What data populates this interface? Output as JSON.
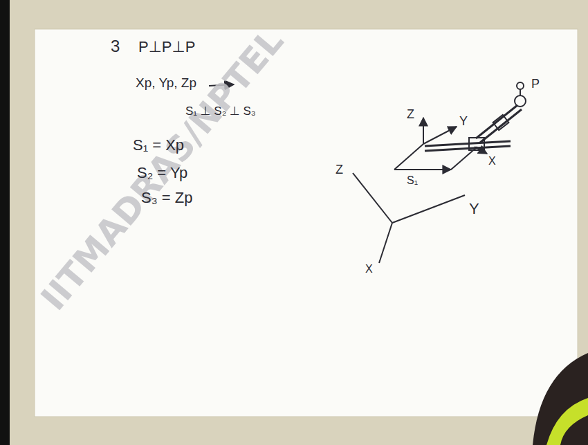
{
  "diagram": {
    "labels": [
      "3",
      "P⊥P⊥P",
      "Xp, Yp, Zp",
      "S₁ ⊥ S₂ ⊥ S₃",
      "S₁ = Xp",
      "S₂ = Yp",
      "S₃ = Zp",
      "Z",
      "Y",
      "X",
      "S₁",
      "P",
      "Z",
      "Y",
      "X",
      "IITMADRAS/NPTEL"
    ]
  }
}
